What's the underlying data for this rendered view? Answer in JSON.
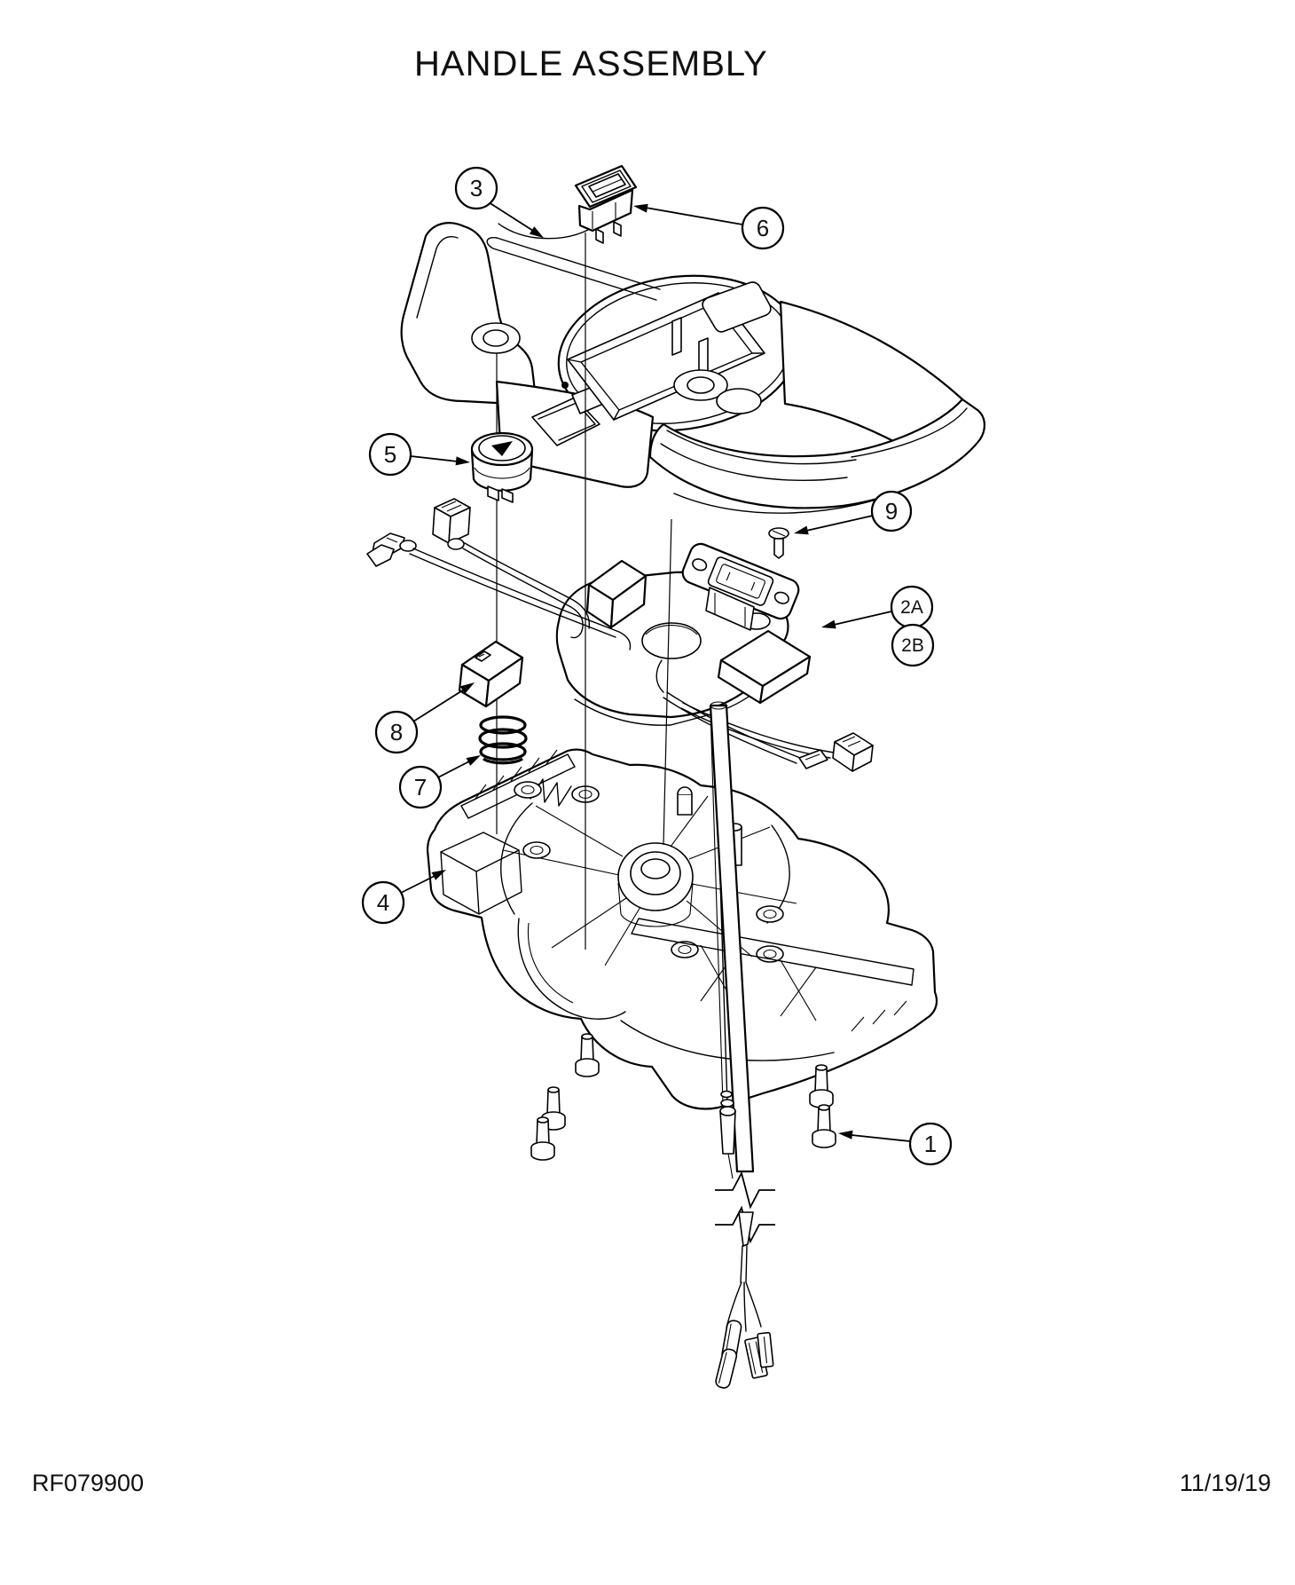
{
  "page": {
    "title": "HANDLE ASSEMBLY"
  },
  "footer": {
    "document_number": "RF079900",
    "date": "11/19/19"
  },
  "callouts": {
    "c1": {
      "label": "1"
    },
    "c2a": {
      "label": "2A"
    },
    "c2b": {
      "label": "2B"
    },
    "c3": {
      "label": "3"
    },
    "c4": {
      "label": "4"
    },
    "c5": {
      "label": "5"
    },
    "c6": {
      "label": "6"
    },
    "c7": {
      "label": "7"
    },
    "c8": {
      "label": "8"
    },
    "c9": {
      "label": "9"
    }
  },
  "colors": {
    "line": "#000000",
    "background": "#ffffff"
  }
}
